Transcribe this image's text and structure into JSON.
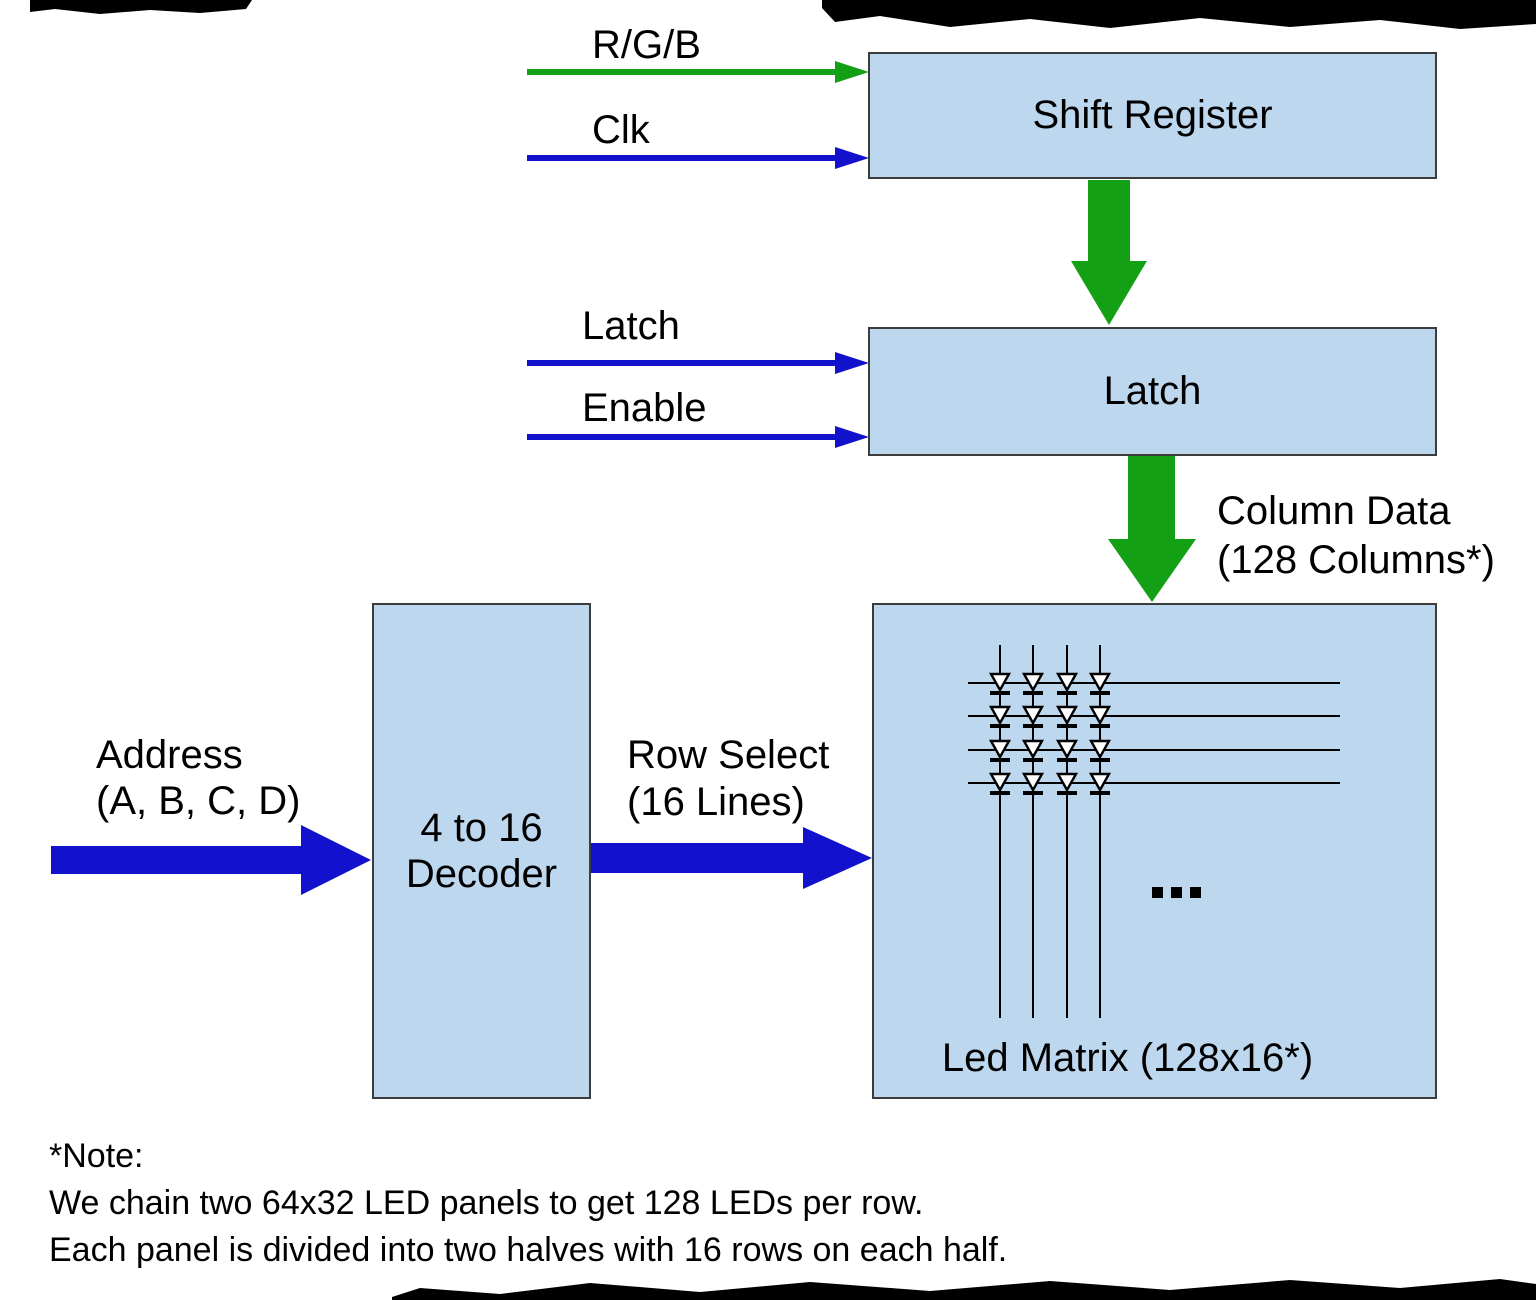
{
  "diagram": {
    "boxes": {
      "shift_register": {
        "label": "Shift Register"
      },
      "latch": {
        "label": "Latch"
      },
      "decoder": {
        "label_line1": "4 to 16",
        "label_line2": "Decoder"
      },
      "led_matrix": {
        "label": "Led Matrix (128x16*)",
        "ellipsis": "..."
      }
    },
    "signals": {
      "rgb": "R/G/B",
      "clk": "Clk",
      "latch": "Latch",
      "enable": "Enable"
    },
    "labels": {
      "column_data_line1": "Column Data",
      "column_data_line2": "(128 Columns*)",
      "address_line1": "Address",
      "address_line2": "(A, B, C, D)",
      "row_select_line1": "Row Select",
      "row_select_line2": "(16 Lines)"
    },
    "note": {
      "line1": "*Note:",
      "line2": "We chain two 64x32 LED panels to get 128 LEDs per row.",
      "line3": "Each panel is divided into two halves with 16 rows on each half."
    },
    "colors": {
      "background": "#ffffff",
      "text": "#000000",
      "box_fill": "#bdd7ee",
      "box_border": "#3c3c3c",
      "green": "#14a014",
      "blue": "#1212cc",
      "bar": "#000000"
    }
  }
}
